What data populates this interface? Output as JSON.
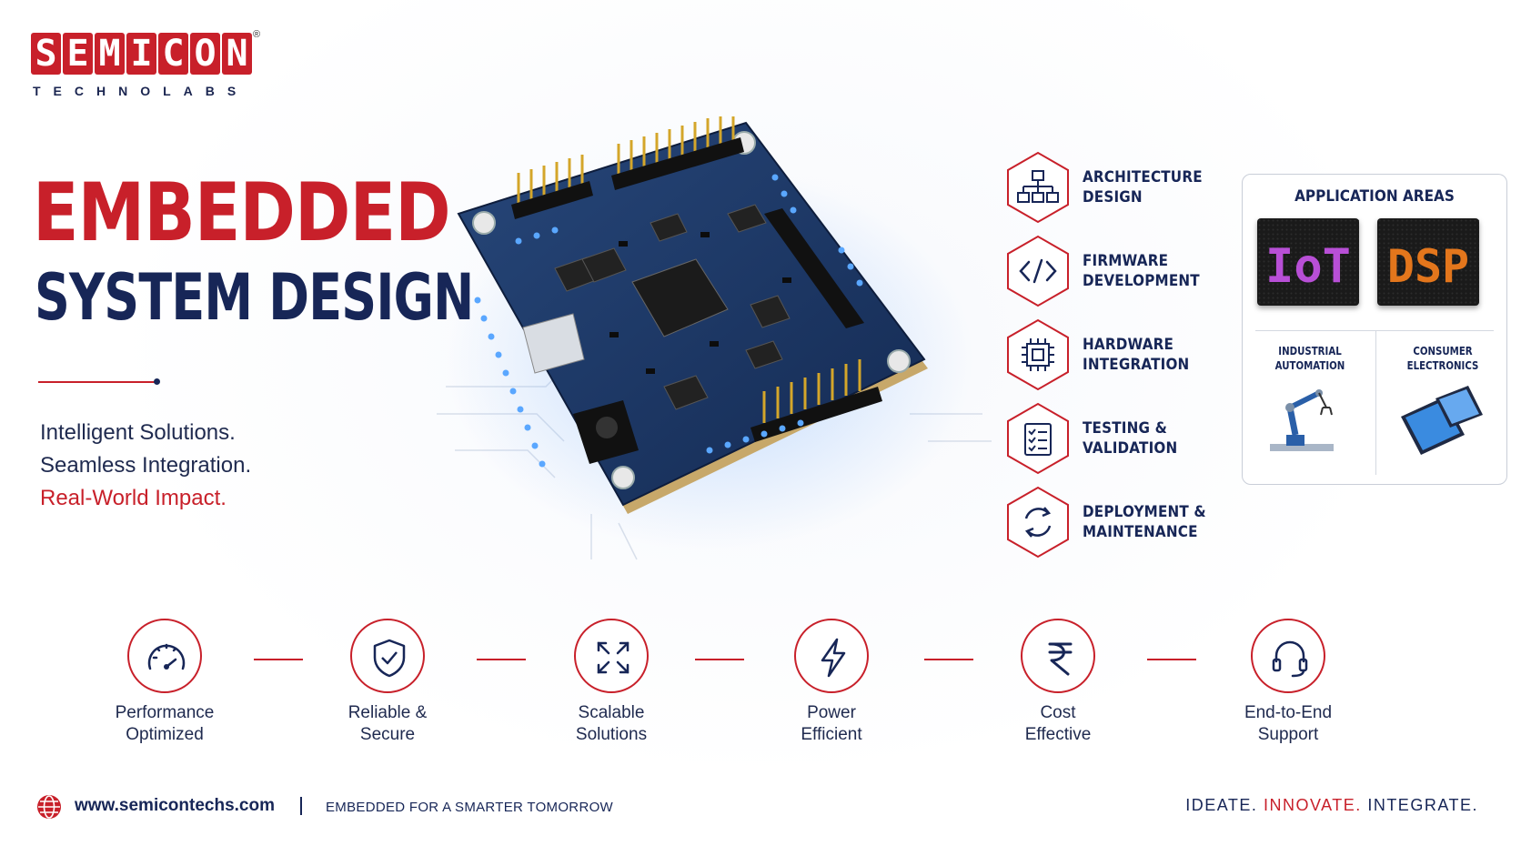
{
  "brand": {
    "logo_letters": [
      "S",
      "E",
      "M",
      "I",
      "C",
      "O",
      "N"
    ],
    "registered_mark": "®",
    "subtitle": "TECHNOLABS"
  },
  "hero": {
    "title_line1": "EMBEDDED",
    "title_line2": "SYSTEM DESIGN",
    "taglines": [
      "Intelligent Solutions.",
      "Seamless Integration.",
      "Real-World Impact."
    ]
  },
  "services": [
    {
      "label": "ARCHITECTURE\nDESIGN",
      "icon": "hierarchy-icon"
    },
    {
      "label": "FIRMWARE\nDEVELOPMENT",
      "icon": "code-icon"
    },
    {
      "label": "HARDWARE\nINTEGRATION",
      "icon": "chip-icon"
    },
    {
      "label": "TESTING &\nVALIDATION",
      "icon": "checklist-icon"
    },
    {
      "label": "DEPLOYMENT &\nMAINTENANCE",
      "icon": "cycle-icon"
    }
  ],
  "application_areas": {
    "title": "APPLICATION AREAS",
    "tiles": [
      {
        "text": "IoT",
        "color": "#b84fd6"
      },
      {
        "text": "DSP",
        "color": "#e3761c"
      }
    ],
    "items": [
      {
        "label": "INDUSTRIAL\nAUTOMATION",
        "icon": "robot-arm-icon"
      },
      {
        "label": "CONSUMER\nELECTRONICS",
        "icon": "devices-icon"
      }
    ]
  },
  "features": [
    {
      "label": "Performance\nOptimized",
      "icon": "speedometer-icon"
    },
    {
      "label": "Reliable &\nSecure",
      "icon": "shield-check-icon"
    },
    {
      "label": "Scalable\nSolutions",
      "icon": "expand-arrows-icon"
    },
    {
      "label": "Power\nEfficient",
      "icon": "lightning-icon"
    },
    {
      "label": "Cost\nEffective",
      "icon": "rupee-icon"
    },
    {
      "label": "End-to-End\nSupport",
      "icon": "headset-icon"
    }
  ],
  "footer": {
    "url": "www.semicontechs.com",
    "motto": "EMBEDDED FOR A SMARTER TOMORROW",
    "slogan_parts": [
      "IDEATE.",
      "INNOVATE.",
      "INTEGRATE."
    ]
  },
  "colors": {
    "brand_red": "#c8202a",
    "navy": "#172657",
    "board_blue": "#1f3b6b",
    "led_blue": "#3f8cff"
  }
}
